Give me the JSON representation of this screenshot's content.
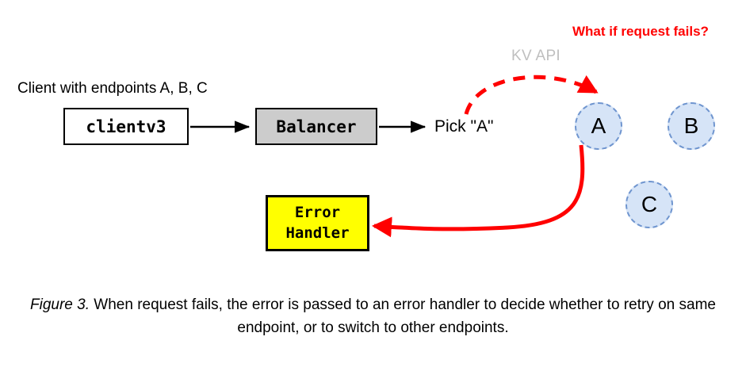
{
  "figure": {
    "labels": {
      "client_endpoints": "Client with endpoints A, B, C",
      "pick": "Pick \"A\"",
      "kv_api": "KV API",
      "question": "What if request fails?"
    },
    "boxes": {
      "clientv3": "clientv3",
      "balancer": "Balancer",
      "error_handler_line1": "Error",
      "error_handler_line2": "Handler"
    },
    "endpoints": [
      {
        "id": "a",
        "label": "A"
      },
      {
        "id": "b",
        "label": "B"
      },
      {
        "id": "c",
        "label": "C"
      }
    ],
    "caption": {
      "figure_number": "Figure 3.",
      "text": "When request fails, the error is passed to an error handler to decide whether to retry on same endpoint, or to switch to other endpoints."
    },
    "colors": {
      "error_red": "#ff0000",
      "balancer_gray": "#cccccc",
      "handler_yellow": "#ffff00",
      "node_fill": "#d6e4f7",
      "node_stroke": "#6f95cf",
      "kv_api_gray": "#bfbfbf"
    }
  }
}
